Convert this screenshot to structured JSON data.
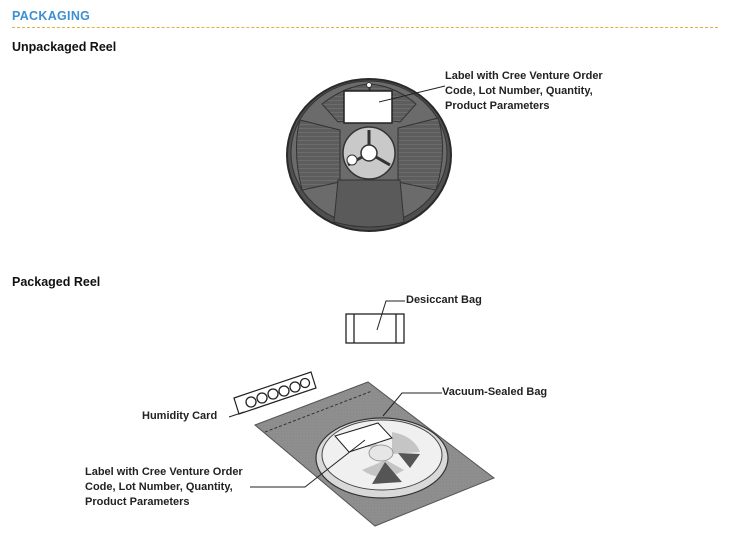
{
  "section": {
    "title": "PACKAGING"
  },
  "unpackaged": {
    "heading": "Unpackaged Reel",
    "label_callout": "Label with Cree Venture Order Code, Lot Number, Quantity, Product Parameters"
  },
  "packaged": {
    "heading": "Packaged Reel",
    "desiccant_callout": "Desiccant Bag",
    "vacuum_callout": "Vacuum-Sealed Bag",
    "humidity_callout": "Humidity Card",
    "label_callout": "Label with Cree Venture Order Code, Lot Number, Quantity, Product Parameters"
  },
  "colors": {
    "header_accent": "#3d8fd1",
    "rule": "#e0b23c",
    "reel_dark": "#6a6a6a",
    "bag_gray": "#8a8a8a"
  }
}
